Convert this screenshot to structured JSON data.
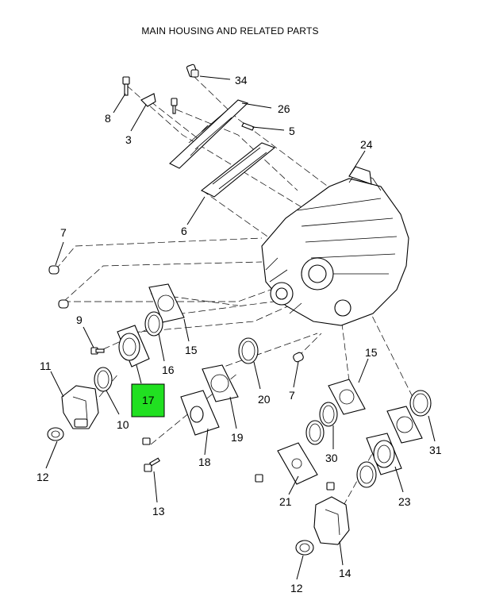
{
  "title": "MAIN HOUSING AND RELATED PARTS",
  "highlight_color": "#21e021",
  "highlighted_part": "17",
  "callouts": [
    "34",
    "26",
    "8",
    "3",
    "5",
    "24",
    "6",
    "7",
    "9",
    "15",
    "16",
    "11",
    "17",
    "10",
    "20",
    "7",
    "15",
    "19",
    "18",
    "12",
    "30",
    "31",
    "21",
    "23",
    "13",
    "14",
    "12"
  ]
}
